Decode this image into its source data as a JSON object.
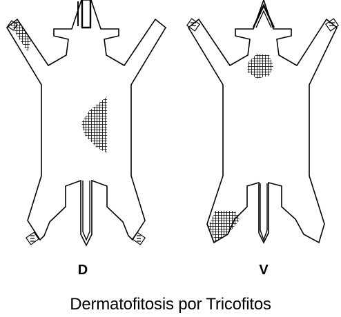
{
  "views": {
    "dorsal": {
      "label": "D"
    },
    "ventral": {
      "label": "V"
    }
  },
  "caption": "Dermatofitosis por Tricofitos",
  "colors": {
    "outline": "#000000",
    "lesion_hatch": "#000000",
    "background": "#ffffff"
  }
}
